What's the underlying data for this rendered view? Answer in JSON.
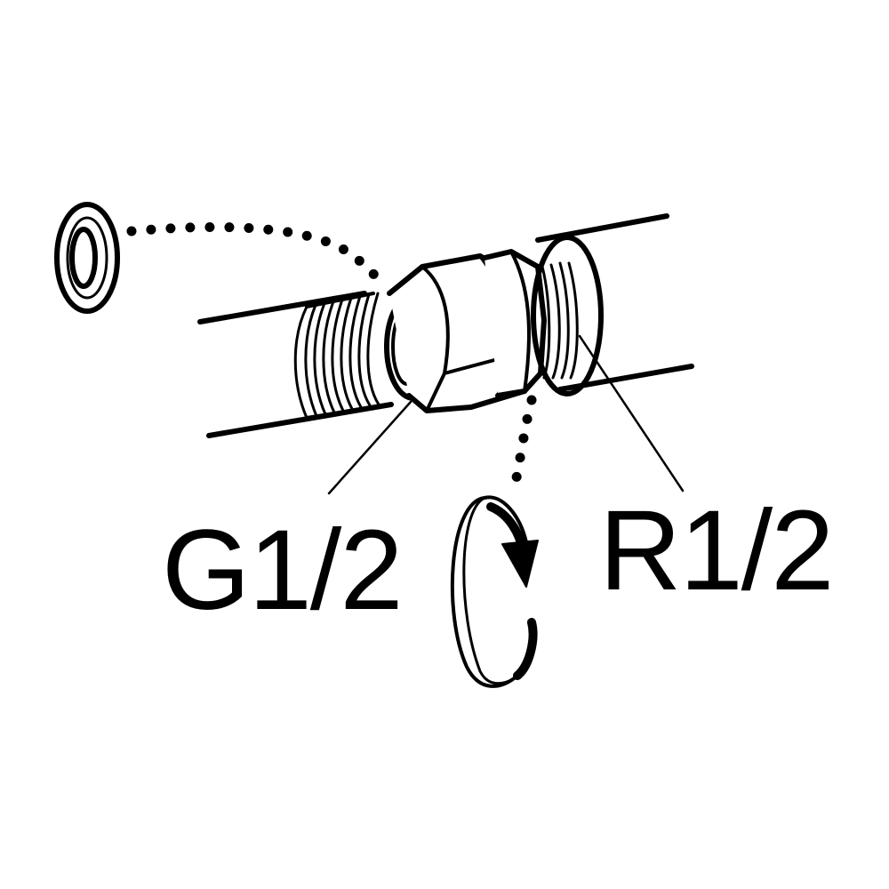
{
  "diagram": {
    "labels": {
      "left_thread": "G1/2",
      "right_thread": "R1/2"
    },
    "parts": [
      "sealing-washer",
      "left-hose",
      "threaded-nipple",
      "union-nut",
      "lock-nut",
      "right-pipe",
      "thread-tape",
      "rotation-arrow"
    ],
    "colors": {
      "stroke": "#000000",
      "background": "#ffffff"
    }
  }
}
